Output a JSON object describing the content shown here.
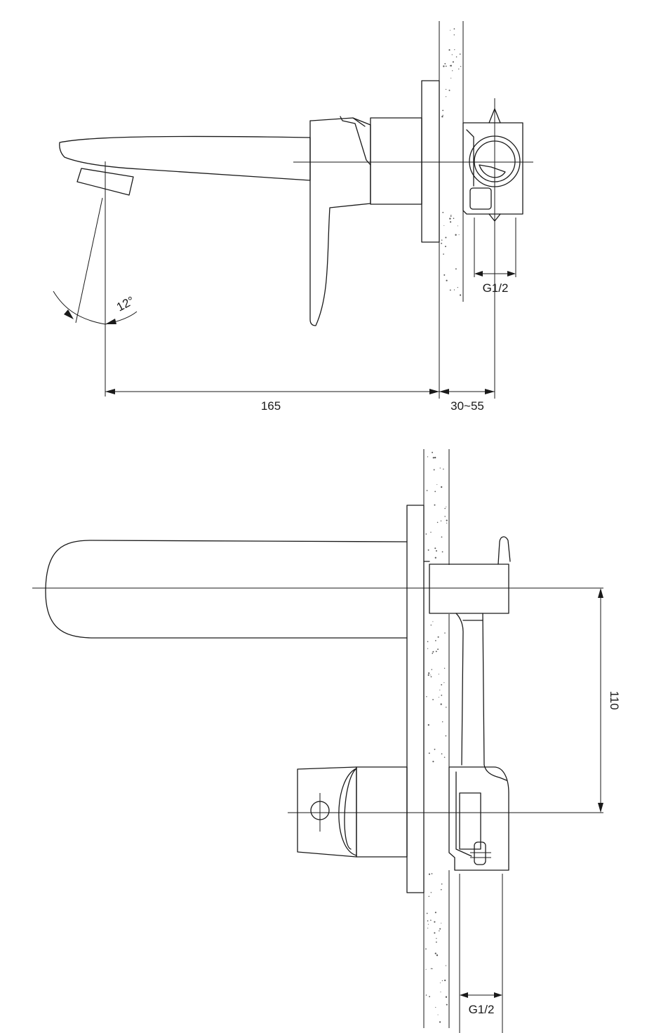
{
  "dimensions": {
    "spout_reach": "165",
    "wall_depth": "30~55",
    "spout_angle": "12°",
    "connection_top": "G1/2",
    "axis_distance": "110",
    "connection_bottom": "G1/2"
  }
}
